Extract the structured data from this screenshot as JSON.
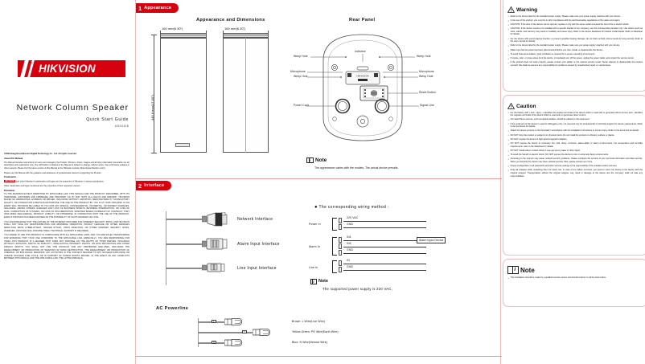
{
  "brand": {
    "name": "HIKVISION",
    "color": "#d6000f"
  },
  "cover": {
    "title": "Network Column Speaker",
    "subtitle": "Quick Start Guide",
    "doc_code": "UD34128",
    "copyright": "©2023 Hangzhou Hikvision Digital Technology Co., Ltd. All rights reserved.",
    "about_heading": "About this Manual",
    "about_p1": "The Manual includes instructions for using and managing the Product. Pictures, charts, images and all other information hereinafter are for description and explanation only. The information contained in the Manual is subject to change, without notice, due to firmware updates or other reasons. Please find the latest version of this Manual at the Hikvision website (https://www.hikvision.com/).",
    "about_p2": "Please use this Manual with the guidance and assistance of professionals trained in supporting the Product.",
    "trademarks_heading": "Trademarks",
    "trademarks_mark": "HIKVISION",
    "trademarks_p1": "and other Hikvision's trademarks and logos are the properties of Hikvision in various jurisdictions.",
    "trademarks_p2": "Other trademarks and logos mentioned are the properties of their respective owners.",
    "disclaimer_heading": "Disclaimer",
    "disclaimer_p1": "TO THE MAXIMUM EXTENT PERMITTED BY APPLICABLE LAW, THIS MANUAL AND THE PRODUCT DESCRIBED, WITH ITS HARDWARE, SOFTWARE AND FIRMWARE, ARE PROVIDED \"AS IS\" AND \"WITH ALL FAULTS AND ERRORS\". HIKVISION MAKES NO WARRANTIES, EXPRESS OR IMPLIED, INCLUDING WITHOUT LIMITATION, MERCHANTABILITY, SATISFACTORY QUALITY, OR FITNESS FOR A PARTICULAR PURPOSE. THE USE OF THE PRODUCT BY YOU IS AT YOUR OWN RISK. IN NO EVENT WILL HIKVISION BE LIABLE TO YOU FOR ANY SPECIAL, CONSEQUENTIAL, INCIDENTAL, OR INDIRECT DAMAGES, INCLUDING, AMONG OTHERS, DAMAGES FOR LOSS OF BUSINESS PROFITS, BUSINESS INTERRUPTION, OR LOSS OF DATA, CORRUPTION OF SYSTEMS, OR LOSS OF DOCUMENTATION, WHETHER BASED ON BREACH OF CONTRACT, TORT (INCLUDING NEGLIGENCE), PRODUCT LIABILITY, OR OTHERWISE, IN CONNECTION WITH THE USE OF THE PRODUCT, EVEN IF HIKVISION HAS BEEN ADVISED OF THE POSSIBILITY OF SUCH DAMAGES OR LOSS.",
    "disclaimer_p2": "YOU ACKNOWLEDGE THAT THE NATURE OF THE INTERNET PROVIDES FOR INHERENT SECURITY RISKS, AND HIKVISION SHALL NOT TAKE ANY RESPONSIBILITIES FOR ABNORMAL OPERATION, PRIVACY LEAKAGE OR OTHER DAMAGES RESULTING FROM CYBER-ATTACK, HACKER ATTACK, VIRUS INFECTION, OR OTHER INTERNET SECURITY RISKS; HOWEVER, HIKVISION WILL PROVIDE TIMELY TECHNICAL SUPPORT IF REQUIRED.",
    "disclaimer_p3": "YOU AGREE TO USE THIS PRODUCT IN COMPLIANCE WITH ALL APPLICABLE LAWS, AND YOU ARE SOLELY RESPONSIBLE FOR ENSURING THAT YOUR USE CONFORMS TO THE APPLICABLE LAW. ESPECIALLY, YOU ARE RESPONSIBLE FOR USING THIS PRODUCT IN A MANNER THAT DOES NOT INFRINGE ON THE RIGHTS OF THIRD PARTIES, INCLUDING WITHOUT LIMITATION, RIGHTS OF PUBLICITY, INTELLECTUAL PROPERTY RIGHTS, OR DATA PROTECTION AND OTHER PRIVACY RIGHTS. YOU SHALL NOT USE THIS PRODUCT FOR ANY PROHIBITED END-USES, INCLUDING THE DEVELOPMENT OR PRODUCTION OF WEAPONS OF MASS DESTRUCTION, THE DEVELOPMENT OR PRODUCTION OF CHEMICAL OR BIOLOGICAL WEAPONS, ANY ACTIVITIES IN THE CONTEXT RELATED TO ANY NUCLEAR EXPLOSIVE OR UNSAFE NUCLEAR FUEL-CYCLE, OR IN SUPPORT OF HUMAN RIGHTS ABUSES. IN THE EVENT OF ANY CONFLICTS BETWEEN THIS MANUAL AND THE APPLICABLE LAW, THE LATTER PREVAILS."
  },
  "sections": [
    {
      "num": "1",
      "name": "Appearance"
    },
    {
      "num": "2",
      "name": "Interface"
    }
  ],
  "appearance": {
    "block_title": "Appearance and Dimensions",
    "rear_title": "Rear Panel",
    "front_width": "160 mm(6.30\")",
    "front_height": "446.8 mm(17.59\")",
    "side_width": "160 mm(6.30\")",
    "callouts": {
      "indicator": "Indicator",
      "weep_hole_left": "Weep Hole",
      "weep_hole_right": "Weep Hole",
      "microphone_left": "Microphone",
      "microphone_right": "Microphone",
      "weep_hole_left2": "Weep Hole",
      "weep_hole_right2": "Weep Hole",
      "reset_button": "Reset Button",
      "power_cord": "Power Cord",
      "signal_line": "Signal Line"
    },
    "note_title": "Note",
    "note_body": "The appearance varies with the models. The actual device prevails."
  },
  "interface": {
    "connectors": [
      {
        "label": "Network Interface"
      },
      {
        "label": "Alarm Input Interface"
      },
      {
        "label": "Line Input Interface"
      }
    ],
    "wiring_title": "The corresponding wiring method :",
    "groups": [
      {
        "name": "Power In",
        "pins": [
          "220 VAC",
          "GND"
        ]
      },
      {
        "name": "Alarm In",
        "pins": [
          "IN1",
          "IN2",
          "GND"
        ]
      },
      {
        "name": "Line In",
        "pins": [
          "IN",
          "GND"
        ]
      }
    ],
    "alarm_device": "Alarm Input Device",
    "note_title": "Note",
    "note_body": "The supported power supply is 220 VAC,",
    "ac_title": "AC Powerline",
    "ac_wires": [
      {
        "pin": "L",
        "text": "Brown: L Wire(Live Wire)"
      },
      {
        "pin": "Y",
        "text": "Yellow Green: PE Wire(Earth Wire)"
      },
      {
        "pin": "N",
        "text": "Blue: N Wire(Netural Wire)"
      }
    ]
  },
  "warning": {
    "title": "Warning",
    "items": [
      "Refer to the device label for the standard power supply. Please make sure your power supply matches with your device.",
      "In the use of the product, you must be in strict compliance with the electrical safety regulations of the nation and region.",
      "CAUTION: If the door of the device can be opened, replace it only with the same model as issued for risk of fire or electric shock.",
      "CAUTION: If the device needs to be installed with a specific bracket of our company, use the corresponding bracket only. Use others (such as carts, stands, and carriers) may result in instability and cause injury. Refer to the device datasheet for bracket model details. Refer to datasheet for details.",
      "For the device with sound playing function, to prevent possible hearing damage, do not listen at high volume levels for long periods. Refer to the user manual for details.",
      "Refer to the device label for the standard power supply. Please make sure you power supply matches with your device.",
      "Make sure that the power has been disconnected before you wire, install, or disassemble the device.",
      "To avoid heat accumulation, good ventilation is required for a proper operating environment.",
      "If smoke, odor, or noise arises from the device, immediately turn off the power, unplug the power cable, and contact the service center.",
      "If the product does not work properly, please contact your dealer or the nearest service center. Never attempt to disassemble the product yourself. We shall not assume any responsibility for problems caused by unauthorized repair or maintenance."
    ]
  },
  "caution": {
    "title": "Caution",
    "items": [
      "For the battery with + and - signs, + identifies the positive terminals of the device which is used with or generates direct current, and - identifies the negative terminals of the device which is used with or generates direct current.",
      "No naked flame sources, such as lighted candles, should be placed on the equipment.",
      "If the serial port of the device is used for debugging only, it is reserved only for professionals or technical support for device maintenance. Refer to the document for details.",
      "Attach the device properly to the floor/wall in accordance with the installation instructions to prevent injury. Refer to the document for details.",
      "DO NOT drop the product or subject it to physical shock. Do not install the product on vibratory surface or places.",
      "DO NOT expose the device to high electromagnetic radiation.",
      "DO NOT expose the device to extremely hot, cold, dusty, corrosive, saline-alkali, or damp environments. For temperature and humidity requirements, refer to the datasheet for details.",
      "DO NOT install indoor product where it may get wet by water or other liquid.",
      "To avoid fire hazard or electric shock, DO NOT expose the device to rain or extremely damp environments.",
      "Accessing to the internet may cause network security problems. Please configure the security of your personal information and data security. When you find that the device may have network security risks, please contact us in time.",
      "Proper configuration of all passwords and other security settings is the responsibility of the installer and/or end-user.",
      "Keep all wrappers after unpacking them for future use. In case of any failure occurred, you need to return the device to the factory with the original wrapper. Transportation without the original wrapper may result in damage to the device and the company shall not take any responsibilities."
    ]
  },
  "right_note": {
    "title": "Note",
    "items": [
      "This installation should be made by a qualified service person and should conform to all the local codes."
    ]
  }
}
